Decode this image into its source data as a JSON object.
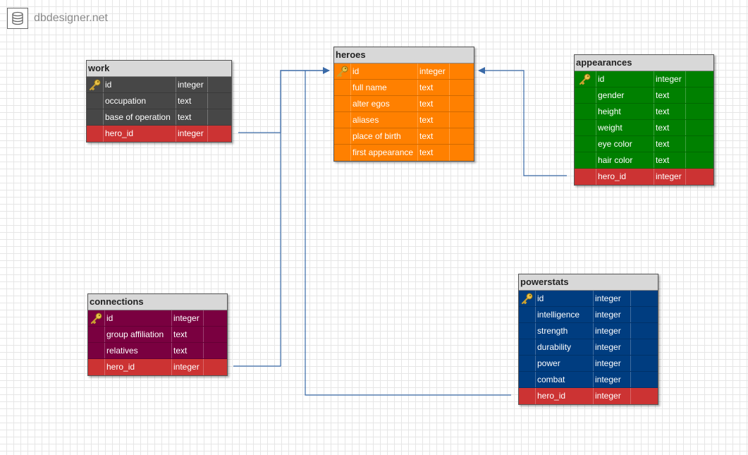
{
  "logo": {
    "text": "dbdesigner.net",
    "icon": "database-icon"
  },
  "colors": {
    "work": "#474747",
    "heroes": "#ff8000",
    "appearances": "#008000",
    "connections": "#7a0040",
    "powerstats": "#003d80",
    "foreign_key": "#cc3333",
    "connector": "#3a6aa8"
  },
  "tables": {
    "work": {
      "title": "work",
      "rows": [
        {
          "name": "id",
          "type": "integer"
        },
        {
          "name": "occupation",
          "type": "text"
        },
        {
          "name": "base of operation",
          "type": "text"
        },
        {
          "name": "hero_id",
          "type": "integer"
        }
      ]
    },
    "heroes": {
      "title": "heroes",
      "rows": [
        {
          "name": "id",
          "type": "integer"
        },
        {
          "name": "full name",
          "type": "text"
        },
        {
          "name": "alter egos",
          "type": "text"
        },
        {
          "name": "aliases",
          "type": "text"
        },
        {
          "name": "place of birth",
          "type": "text"
        },
        {
          "name": "first appearance",
          "type": "text"
        }
      ]
    },
    "appearances": {
      "title": "appearances",
      "rows": [
        {
          "name": "id",
          "type": "integer"
        },
        {
          "name": "gender",
          "type": "text"
        },
        {
          "name": "height",
          "type": "text"
        },
        {
          "name": "weight",
          "type": "text"
        },
        {
          "name": "eye color",
          "type": "text"
        },
        {
          "name": "hair color",
          "type": "text"
        },
        {
          "name": "hero_id",
          "type": "integer"
        }
      ]
    },
    "connections": {
      "title": "connections",
      "rows": [
        {
          "name": "id",
          "type": "integer"
        },
        {
          "name": "group affiliation",
          "type": "text"
        },
        {
          "name": "relatives",
          "type": "text"
        },
        {
          "name": "hero_id",
          "type": "integer"
        }
      ]
    },
    "powerstats": {
      "title": "powerstats",
      "rows": [
        {
          "name": "id",
          "type": "integer"
        },
        {
          "name": "intelligence",
          "type": "integer"
        },
        {
          "name": "strength",
          "type": "integer"
        },
        {
          "name": "durability",
          "type": "integer"
        },
        {
          "name": "power",
          "type": "integer"
        },
        {
          "name": "combat",
          "type": "integer"
        },
        {
          "name": "hero_id",
          "type": "integer"
        }
      ]
    }
  },
  "relationships": [
    {
      "from": "work.hero_id",
      "to": "heroes.id"
    },
    {
      "from": "connections.hero_id",
      "to": "heroes.id"
    },
    {
      "from": "powerstats.hero_id",
      "to": "heroes.id"
    },
    {
      "from": "appearances.hero_id",
      "to": "heroes.id"
    }
  ]
}
